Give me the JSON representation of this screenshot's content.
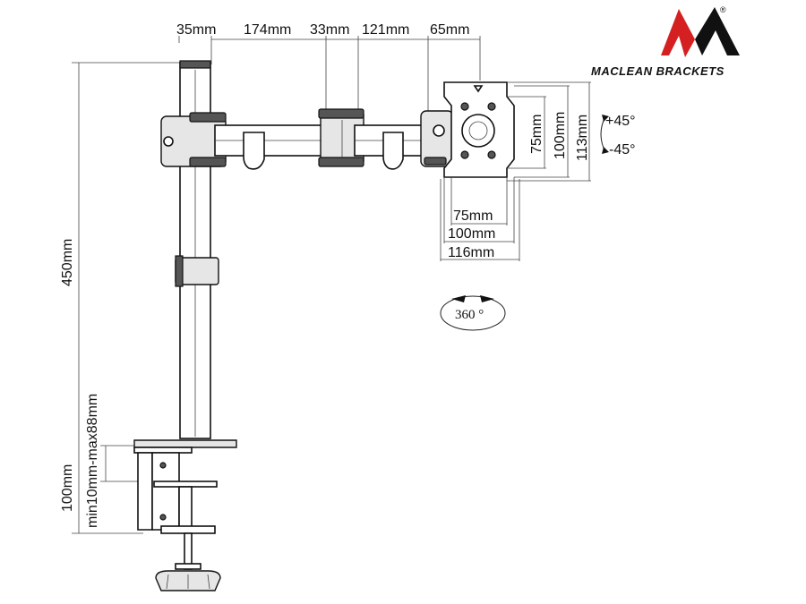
{
  "brand": {
    "name": "MACLEAN BRACKETS",
    "registered_mark": "®",
    "logo_colors": {
      "red": "#d42020",
      "dark": "#111111"
    }
  },
  "dimensions": {
    "top": [
      "35mm",
      "174mm",
      "33mm",
      "121mm",
      "65mm"
    ],
    "pole_height": "450mm",
    "clamp_range": "min10mm-max88mm",
    "clamp_height": "100mm",
    "vesa_right": [
      "75mm",
      "100mm",
      "113mm"
    ],
    "vesa_bottom": [
      "75mm",
      "100mm",
      "116mm"
    ],
    "tilt_up": "+45°",
    "tilt_down": "-45°",
    "rotation": "360 °"
  }
}
